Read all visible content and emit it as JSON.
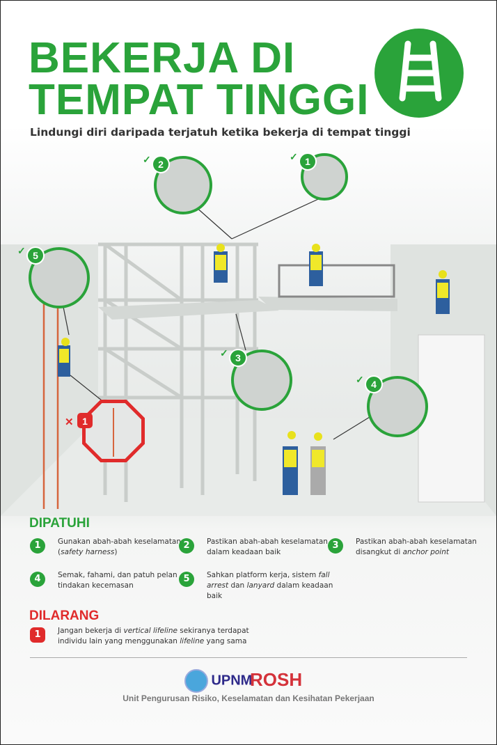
{
  "title_line1": "BEKERJA DI",
  "title_line2": "TEMPAT TINGGI",
  "subtitle": "Lindungi diri daripada terjatuh ketika bekerja di tempat tinggi",
  "badge_icon": "ladder-icon",
  "callouts": [
    "1",
    "2",
    "3",
    "4",
    "5"
  ],
  "prohibited_callout": "1",
  "dipatuhi": {
    "heading": "DIPATUHI",
    "items": [
      {
        "n": "1",
        "pre": "Gunakan abah-abah keselamatan (",
        "em": "safety harness",
        "post": ")"
      },
      {
        "n": "2",
        "pre": "Pastikan abah-abah keselamatan dalam keadaan baik",
        "em": "",
        "post": ""
      },
      {
        "n": "3",
        "pre": "Pastikan abah-abah keselamatan disangkut di ",
        "em": "anchor point",
        "post": ""
      },
      {
        "n": "4",
        "pre": "Semak, fahami, dan patuh pelan tindakan kecemasan",
        "em": "",
        "post": ""
      },
      {
        "n": "5",
        "pre": "Sahkan platform kerja, sistem ",
        "em": "fall arrest",
        "mid": " dan ",
        "em2": "lanyard",
        "post": " dalam keadaan baik"
      }
    ]
  },
  "dilarang": {
    "heading": "DILARANG",
    "n": "1",
    "pre": "Jangan bekerja di ",
    "em": "vertical lifeline",
    "mid": " sekiranya terdapat individu lain yang menggunakan ",
    "em2": "lifeline",
    "post": " yang sama"
  },
  "logos": {
    "upnm": "UPNM",
    "rosh": "ROSH"
  },
  "footer": "Unit Pengurusan Risiko, Keselamatan dan  Kesihatan Pekerjaan",
  "colors": {
    "green": "#2aa33a",
    "red": "#e02b2b"
  }
}
